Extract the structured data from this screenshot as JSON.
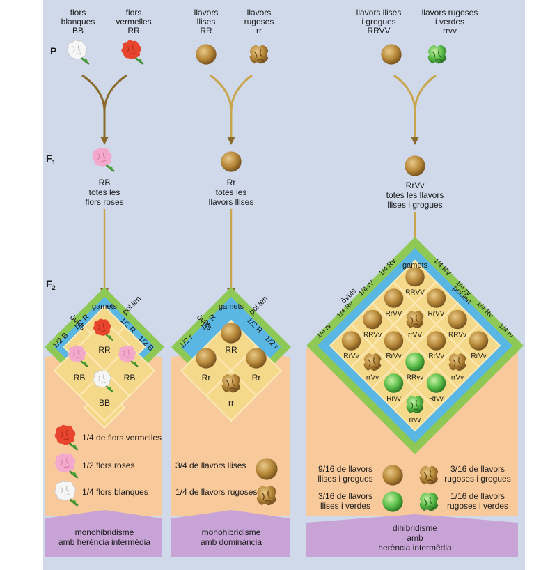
{
  "colors": {
    "background": "#cfd9ea",
    "orange_region": "#f7c99b",
    "diamond_cell": "#f5d98a",
    "green_band": "#8fc955",
    "blue_band": "#5ab7e3",
    "bottom_label": "#c7a3d6",
    "arrow": "#8a6a2a",
    "seed_smooth": "#b8893a",
    "seed_green": "#5cbf4a",
    "flower_red": "#e8452f",
    "flower_pink": "#f3a9cc",
    "flower_white": "#f4f4f4"
  },
  "generations": {
    "p": "P",
    "f1": "F",
    "f1_sub": "1",
    "f2": "F",
    "f2_sub": "2"
  },
  "col1": {
    "parent_a": [
      "flors",
      "blanques",
      "BB"
    ],
    "parent_b": [
      "flors",
      "vermelles",
      "RR"
    ],
    "f1": [
      "RB",
      "totes les",
      "flors  roses"
    ],
    "gametes": "gamets",
    "ovuls": "òvuls",
    "pollen": "pol.len",
    "ovul_top": "1/2 R",
    "ovul_bottom": "1/2 B",
    "pollen_top": "1/2 R",
    "pollen_bottom": "1/2 B",
    "cells": [
      "RR",
      "RB",
      "RB",
      "BB"
    ],
    "results": [
      "1/4 de flors vermelles",
      "1/2 flors roses",
      "1/4 flors blanques"
    ],
    "footer": [
      "monohibridisme",
      "amb herència intermèdia"
    ]
  },
  "col2": {
    "parent_a": [
      "llavors",
      "llises",
      "RR"
    ],
    "parent_b": [
      "llavors",
      "rugoses",
      "rr"
    ],
    "f1": [
      "Rr",
      "totes les",
      "llavors llises"
    ],
    "gametes": "gamets",
    "ovuls": "òvuls",
    "pollen": "pol.len",
    "ovul_top": "1/2 R",
    "ovul_bottom": "1/2 r",
    "pollen_top": "1/2 R",
    "pollen_bottom": "1/2 r",
    "cells": [
      "RR",
      "Rr",
      "Rr",
      "rr"
    ],
    "results": [
      "3/4 de llavors llises",
      "1/4 de llavors rugoses"
    ],
    "footer": [
      "monohibridisme",
      "amb dominància"
    ]
  },
  "col3": {
    "parent_a": [
      "llavors llises",
      "i grogues",
      "RRVV"
    ],
    "parent_b": [
      "llavors rugoses",
      "i verdes",
      "rrvv"
    ],
    "f1": [
      "RrVv",
      "totes les llavors",
      "llises i grogues"
    ],
    "gametes": "gamets",
    "ovuls": "òvuls",
    "pollen": "pol.len",
    "ovul_labels": [
      "1/4 RV",
      "1/4 rV",
      "1/4 Rv",
      "1/4 rv"
    ],
    "pollen_labels": [
      "1/4 RV",
      "1/4 rV",
      "1/4 Rv",
      "1/4 rv"
    ],
    "rows": [
      [
        "RRVV",
        "RrVV",
        "RRVv",
        "RrVv"
      ],
      [
        "RrVV",
        "rrVV",
        "RrVv",
        "rrVv"
      ],
      [
        "RRVv",
        "RrVv",
        "RRvv",
        "Rrvv"
      ],
      [
        "RrVv",
        "rrVv",
        "Rrvv",
        "rrvv"
      ]
    ],
    "results": [
      [
        "9/16 de llavors",
        "llises i grogues"
      ],
      [
        "3/16 de llavors",
        "rugoses i grogues"
      ],
      [
        "3/16 de llavors",
        "llises i verdes"
      ],
      [
        "1/16 de llavors",
        "rugoses i verdes"
      ]
    ],
    "footer": [
      "dihibridisme",
      "amb",
      "herència intermèdia"
    ]
  }
}
